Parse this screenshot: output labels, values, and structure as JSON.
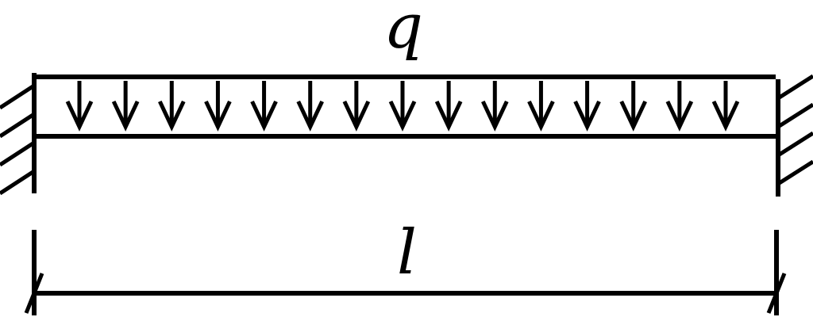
{
  "diagram": {
    "load_label": "q",
    "span_label": "l",
    "arrow_count": 15,
    "line_color": "#000000",
    "background_color": "#ffffff"
  }
}
